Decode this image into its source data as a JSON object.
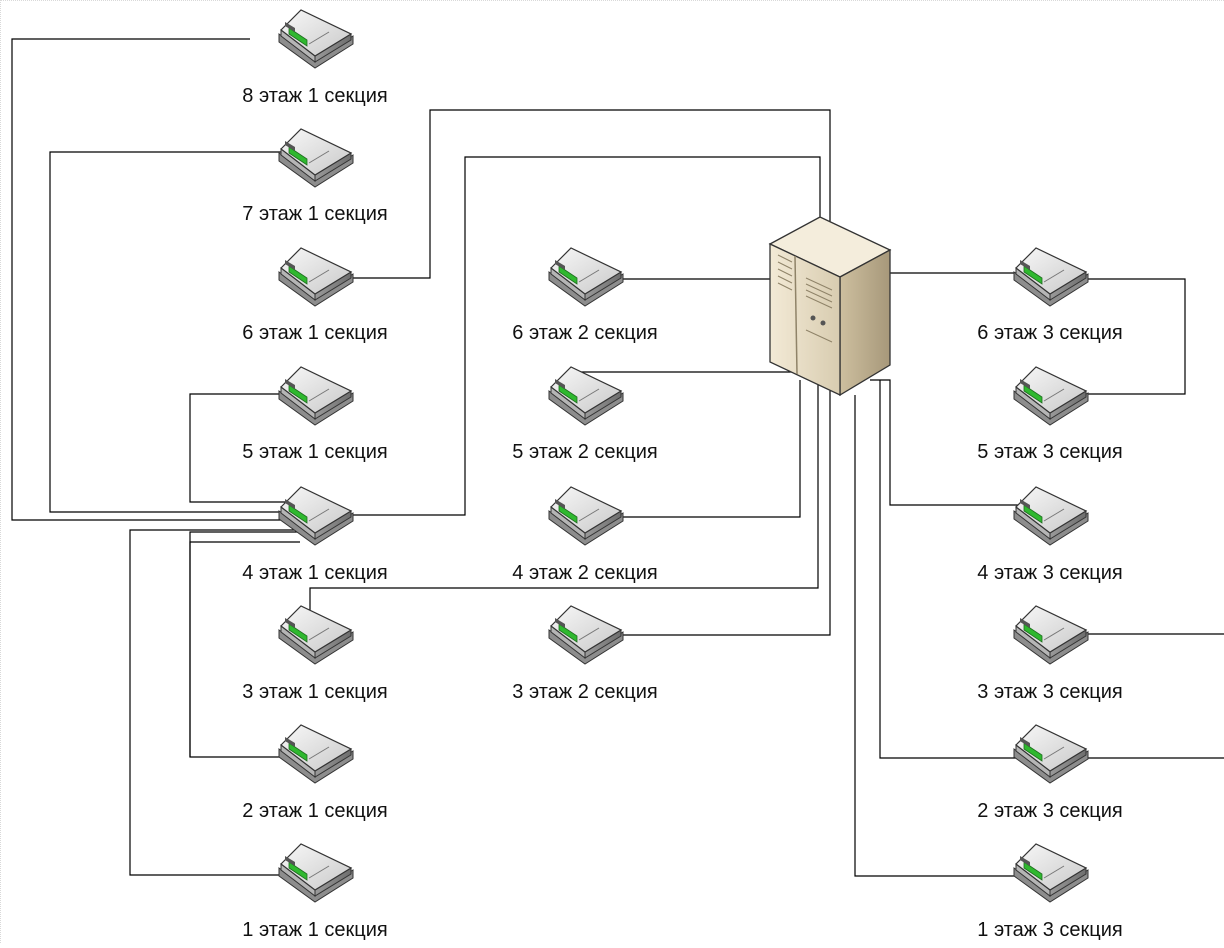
{
  "diagram": {
    "server": {
      "icon": "server-tower-icon"
    },
    "switches": [
      {
        "id": "s1_8",
        "label": "8 этаж 1 секция",
        "icon": "network-switch-icon"
      },
      {
        "id": "s1_7",
        "label": "7 этаж 1 секция",
        "icon": "network-switch-icon"
      },
      {
        "id": "s1_6",
        "label": "6 этаж 1 секция",
        "icon": "network-switch-icon"
      },
      {
        "id": "s1_5",
        "label": "5 этаж 1 секция",
        "icon": "network-switch-icon"
      },
      {
        "id": "s1_4",
        "label": "4 этаж 1 секция",
        "icon": "network-switch-icon"
      },
      {
        "id": "s1_3",
        "label": "3 этаж 1 секция",
        "icon": "network-switch-icon"
      },
      {
        "id": "s1_2",
        "label": "2 этаж 1 секция",
        "icon": "network-switch-icon"
      },
      {
        "id": "s1_1",
        "label": "1 этаж 1 секция",
        "icon": "network-switch-icon"
      },
      {
        "id": "s2_6",
        "label": "6 этаж 2 секция",
        "icon": "network-switch-icon"
      },
      {
        "id": "s2_5",
        "label": "5 этаж 2 секция",
        "icon": "network-switch-icon"
      },
      {
        "id": "s2_4",
        "label": "4 этаж 2 секция",
        "icon": "network-switch-icon"
      },
      {
        "id": "s2_3",
        "label": "3 этаж 2 секция",
        "icon": "network-switch-icon"
      },
      {
        "id": "s3_6",
        "label": "6 этаж 3 секция",
        "icon": "network-switch-icon"
      },
      {
        "id": "s3_5",
        "label": "5 этаж 3 секция",
        "icon": "network-switch-icon"
      },
      {
        "id": "s3_4",
        "label": "4 этаж 3 секция",
        "icon": "network-switch-icon"
      },
      {
        "id": "s3_3",
        "label": "3 этаж 3 секция",
        "icon": "network-switch-icon"
      },
      {
        "id": "s3_2",
        "label": "2 этаж 3 секция",
        "icon": "network-switch-icon"
      },
      {
        "id": "s3_1",
        "label": "1 этаж 3 секция",
        "icon": "network-switch-icon"
      }
    ],
    "colors": {
      "line": "#000000",
      "led": "#2fb82f",
      "switch_body": "#d9d9d9",
      "server_body": "#e9dfca"
    }
  }
}
